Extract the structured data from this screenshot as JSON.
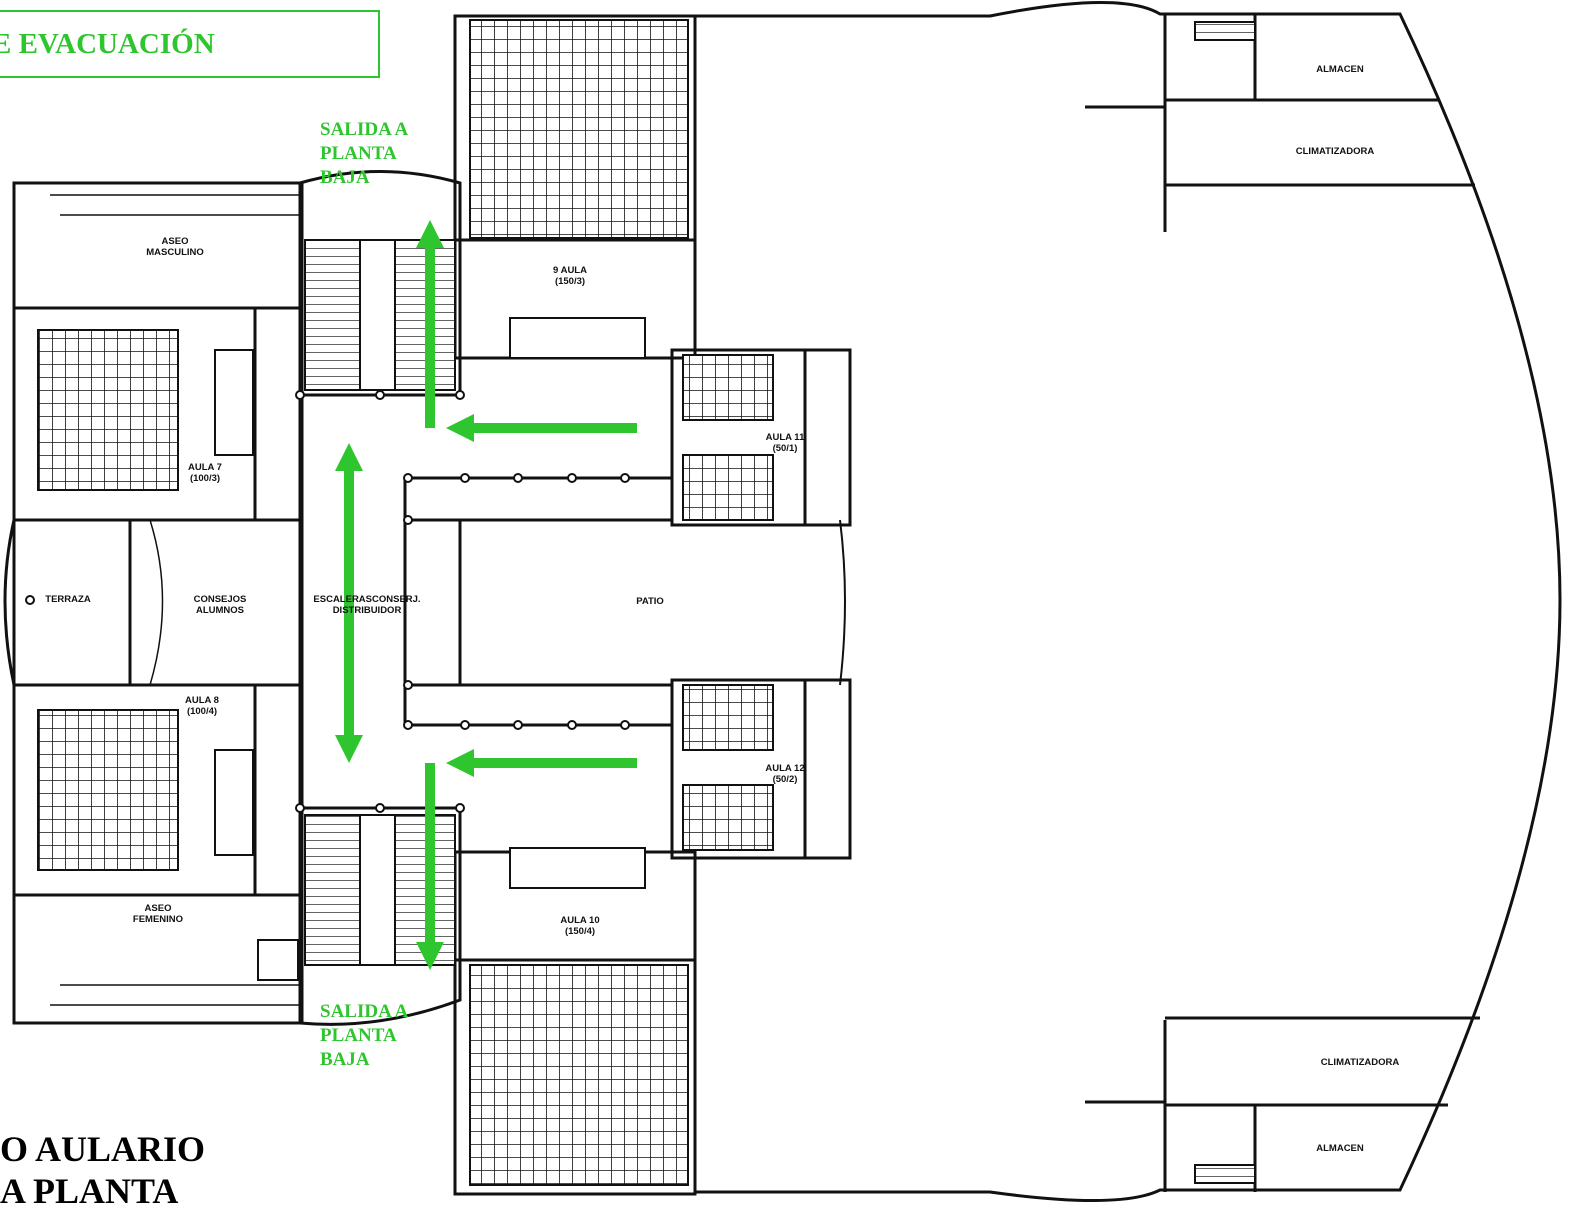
{
  "map": {
    "title": "E EVACUACIÓN",
    "exit_north": "SALIDA A\nPLANTA\nBAJA",
    "exit_south": "SALIDA A\nPLANTA\nBAJA",
    "building_name": "O AULARIO\nA PLANTA",
    "colors": {
      "route": "#2fc52f",
      "walls": "#111111",
      "title": "#2fc52f"
    },
    "rooms": {
      "aseo_masculino": "ASEO\nMASCULINO",
      "aula_7": "AULA 7\n(100/3)",
      "terraza": "TERRAZA",
      "consejos": "CONSEJOS\nALUMNOS",
      "escaleras": "ESCALERASCONSERJ.\nDISTRIBUIDOR",
      "aula_8": "AULA 8\n(100/4)",
      "aseo_femenino": "ASEO\nFEMENINO",
      "aula_9": "9 AULA\n(150/3)",
      "aula_11": "AULA 11\n(50/1)",
      "patio": "PATIO",
      "aula_12": "AULA 12\n(50/2)",
      "aula_10": "AULA 10\n(150/4)",
      "almacen_top": "ALMACEN",
      "climatizadora_top": "CLIMATIZADORA",
      "climatizadora_bottom": "CLIMATIZADORA",
      "almacen_bottom": "ALMACEN"
    }
  }
}
